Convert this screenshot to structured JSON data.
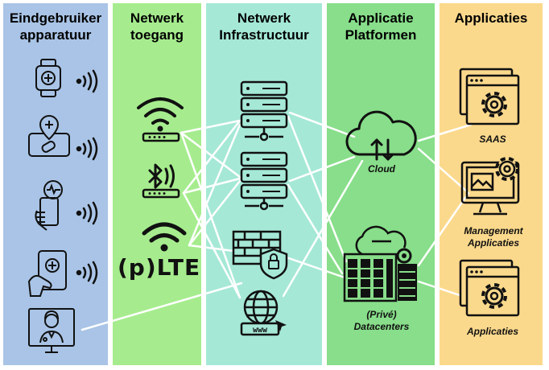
{
  "columns": [
    {
      "id": "devices",
      "title": "Eindgebruiker apparatuur",
      "color": "#a9c4e6",
      "title_color": "#000000"
    },
    {
      "id": "access",
      "title": "Netwerk toegang",
      "color": "#a6ec8e",
      "title_color": "#000000"
    },
    {
      "id": "infra",
      "title": "Netwerk Infrastructuur",
      "color": "#a5e8d6",
      "title_color": "#000000"
    },
    {
      "id": "platforms",
      "title": "Applicatie Platformen",
      "color": "#88de8a",
      "title_color": "#000000"
    },
    {
      "id": "apps",
      "title": "Applicaties",
      "color": "#fbd98c",
      "title_color": "#000000"
    }
  ],
  "access": {
    "lte_label": "(p)LTE"
  },
  "platforms": {
    "cloud_label": "Cloud",
    "datacenter_label": "(Privé) Datacenters"
  },
  "apps": {
    "saas_label": "SAAS",
    "management_label": "Management Applicaties",
    "apps_label": "Applicaties"
  },
  "icons": [
    "smartwatch-icon",
    "phone-location-icon",
    "hand-phone-health-icon",
    "tablet-hand-icon",
    "doctor-monitor-icon",
    "wireless-signal-icon",
    "wifi-router-icon",
    "bluetooth-router-icon",
    "wifi-lte-icon",
    "server-rack-icon",
    "firewall-icon",
    "www-globe-icon",
    "cloud-sync-icon",
    "datacenter-icon",
    "saas-window-gear-icon",
    "monitor-gear-icon",
    "application-window-gear-icon"
  ]
}
